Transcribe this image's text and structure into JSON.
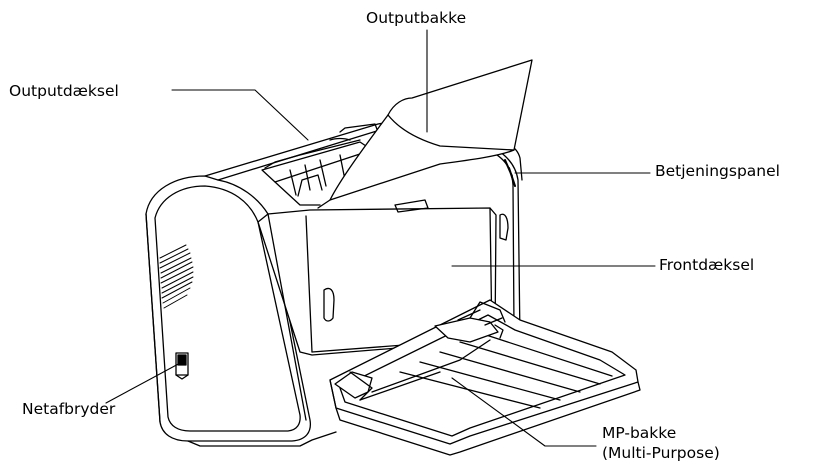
{
  "labels": {
    "outputbakke": "Outputbakke",
    "outputdaeksel": "Outputdæksel",
    "betjeningspanel": "Betjeningspanel",
    "frontdaeksel": "Frontdæksel",
    "netafbryder": "Netafbryder",
    "mp_line1": "MP-bakke",
    "mp_line2": "(Multi-Purpose)"
  }
}
